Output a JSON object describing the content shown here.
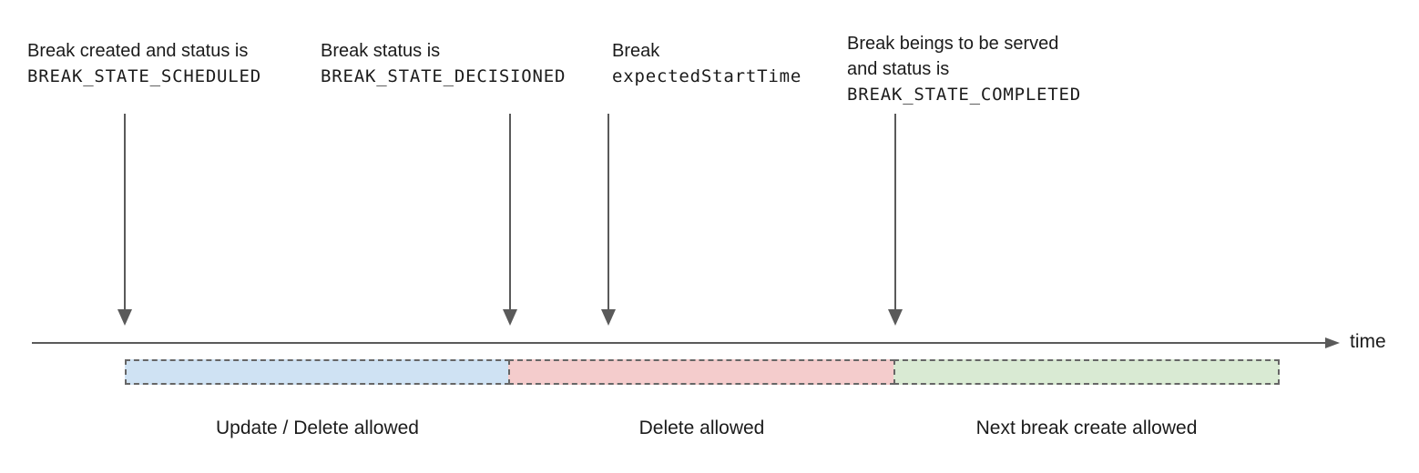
{
  "diagram": {
    "annotations": [
      {
        "line1": "Break created and status is",
        "code": "BREAK_STATE_SCHEDULED"
      },
      {
        "line1": "Break status is",
        "code": "BREAK_STATE_DECISIONED"
      },
      {
        "line1": "Break",
        "code": "expectedStartTime"
      },
      {
        "line1": "Break beings to be served",
        "line2": "and status is",
        "code": "BREAK_STATE_COMPLETED"
      }
    ],
    "axis": {
      "label": "time"
    },
    "segments": [
      {
        "label": "Update / Delete allowed",
        "color": "#cfe2f3"
      },
      {
        "label": "Delete allowed",
        "color": "#f4cccc"
      },
      {
        "label": "Next break create allowed",
        "color": "#d9ead3"
      }
    ],
    "colors": {
      "line_gray": "#5a5a5a",
      "dash_border_gray": "#666666",
      "text": "#1b1b1b"
    }
  }
}
